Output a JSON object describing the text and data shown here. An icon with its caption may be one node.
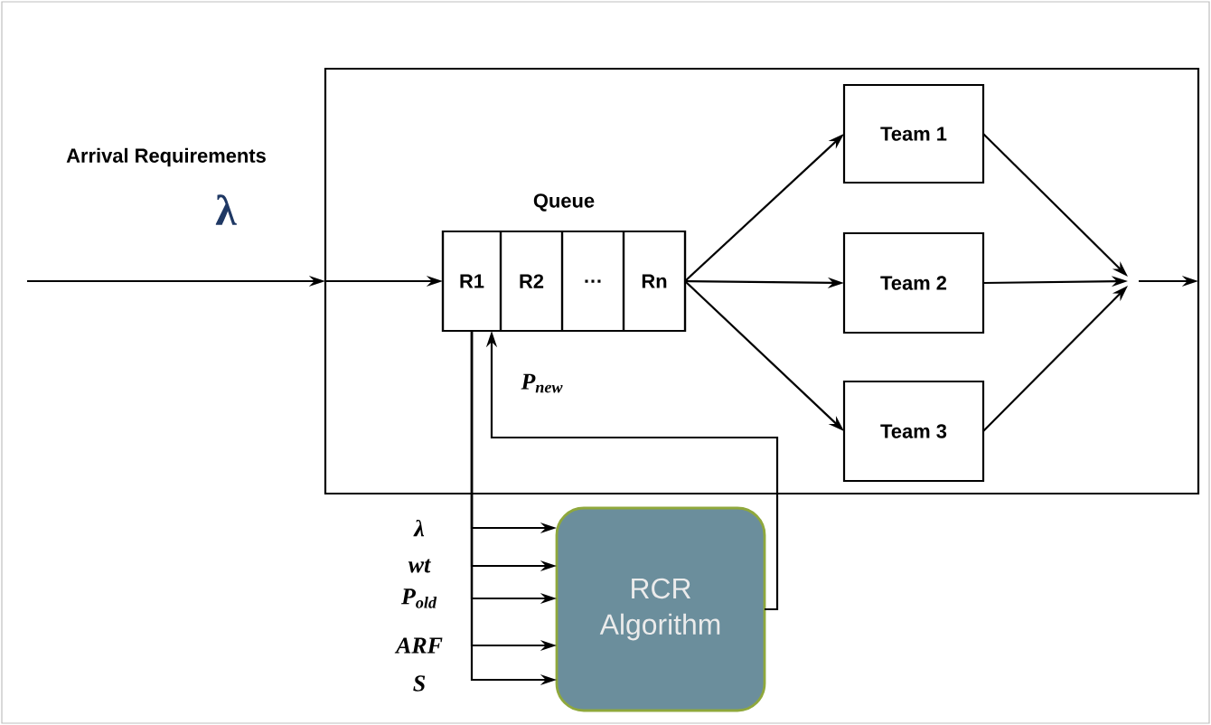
{
  "diagram": {
    "nodes": [
      {
        "text": [],
        "shape": "box"
      },
      {
        "text": [
          "Queue"
        ],
        "in": 0
      },
      {
        "text": [
          "R1"
        ],
        "in": 1
      },
      {
        "text": [
          "R2"
        ],
        "in": 1
      },
      {
        "text": [
          "…"
        ],
        "in": 1
      },
      {
        "text": [
          "Rn"
        ],
        "in": 1
      },
      {
        "text": [
          "Team 1"
        ],
        "in": 0
      },
      {
        "text": [
          "Team 2"
        ],
        "in": 0
      },
      {
        "text": [
          "Team 3"
        ],
        "in": 0
      },
      {
        "text": [
          "RCR Algorithm"
        ]
      }
    ],
    "edges": [
      {
        "from": null,
        "to": 0,
        "arrow": "to"
      },
      {
        "from": 0,
        "to": 2,
        "arrow": "to"
      },
      {
        "from": 5,
        "to": 6,
        "arrow": "to"
      },
      {
        "from": 5,
        "to": 7,
        "arrow": "to"
      },
      {
        "from": 5,
        "to": 8,
        "arrow": "to"
      },
      {
        "from": 6,
        "to": null,
        "arrow": "to"
      },
      {
        "from": 7,
        "to": null,
        "arrow": "to"
      },
      {
        "from": 8,
        "to": null,
        "arrow": "to"
      },
      {
        "from": null,
        "to": 0,
        "arrow": "to"
      },
      {
        "from": 2,
        "to": 9,
        "arrow": "to",
        "label": "λ"
      },
      {
        "from": 2,
        "to": 9,
        "arrow": "to",
        "label": "wt"
      },
      {
        "from": 2,
        "to": 9,
        "arrow": "to",
        "label": "P$_{old}$"
      },
      {
        "from": 2,
        "to": 9,
        "arrow": "to",
        "label": "ARF"
      },
      {
        "from": 2,
        "to": 9,
        "arrow": "to",
        "label": "S"
      },
      {
        "from": 9,
        "to": 2,
        "arrow": "to",
        "label": "P$_{new}$"
      }
    ],
    "labels": [
      "Arrival Requirements",
      "λ"
    ]
  }
}
